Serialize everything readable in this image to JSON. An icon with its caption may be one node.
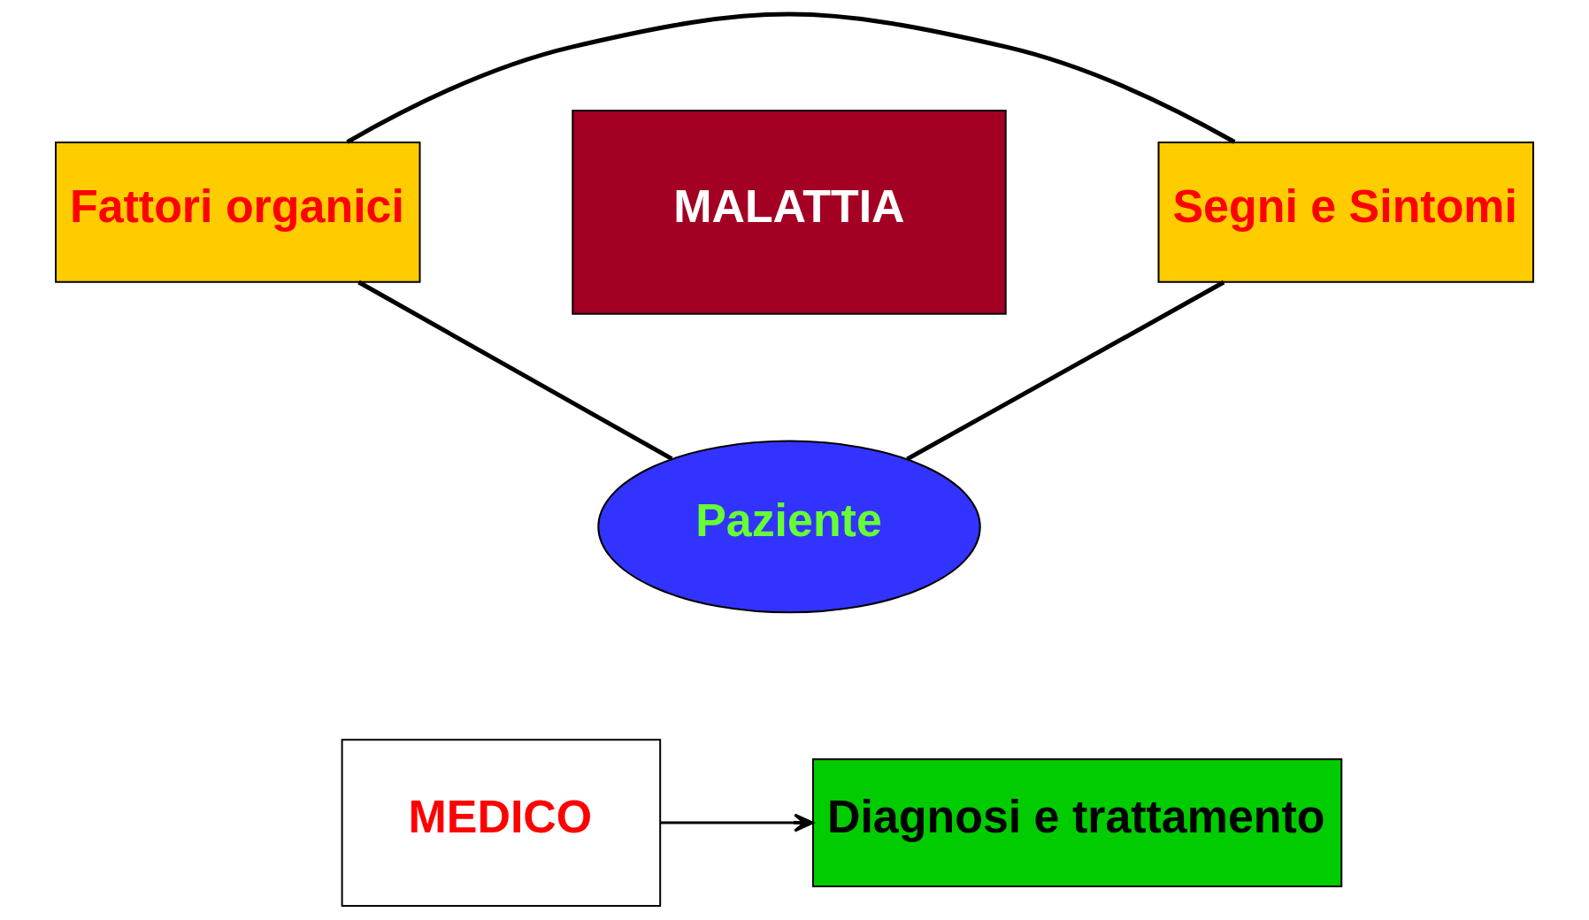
{
  "diagram": {
    "nodes": [
      {
        "text": [
          "Fattori organici"
        ]
      },
      {
        "text": [
          "MALATTIA"
        ]
      },
      {
        "text": [
          "Segni e Sintomi"
        ]
      },
      {
        "text": [
          "Paziente"
        ]
      },
      {
        "text": [
          "MEDICO"
        ]
      },
      {
        "text": [
          "Diagnosi e trattamento"
        ]
      }
    ],
    "edges": [
      {
        "from": 0,
        "to": 2,
        "arrow": "none"
      },
      {
        "from": 0,
        "to": 3,
        "arrow": "none"
      },
      {
        "from": 2,
        "to": 3,
        "arrow": "none"
      },
      {
        "from": 4,
        "to": 5,
        "arrow": "to"
      }
    ]
  }
}
